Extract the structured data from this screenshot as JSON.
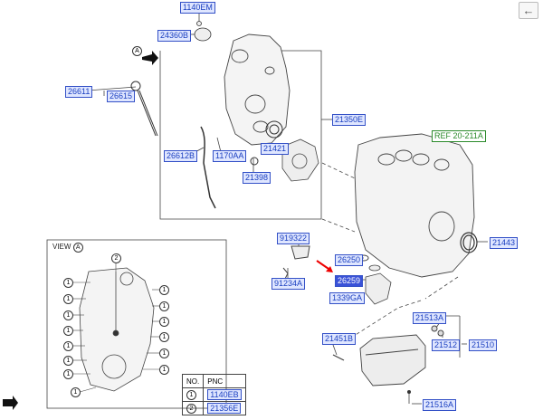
{
  "nav": {
    "back_icon": "arrow-left-icon"
  },
  "callouts": {
    "c1140EM": "1140EM",
    "c24360B": "24360B",
    "c26611": "26611",
    "c26615": "26615",
    "c21350E": "21350E",
    "c26612B": "26612B",
    "c1170AA": "1170AA",
    "c21421": "21421",
    "c21398": "21398",
    "ref": "REF 20-211A",
    "c919322": "919322",
    "c26250": "26250",
    "c21443": "21443",
    "c91234A": "91234A",
    "c26259": "26259",
    "c1339GA": "1339GA",
    "c21513A": "21513A",
    "c21512": "21512",
    "c21451B": "21451B",
    "c21510": "21510",
    "c21516A": "21516A"
  },
  "view": {
    "title": "VIEW",
    "letter": "A",
    "arrow_letter": "A"
  },
  "pnc_table": {
    "headers": [
      "NO.",
      "PNC"
    ],
    "rows": [
      {
        "no": "1",
        "pnc": "1140EB"
      },
      {
        "no": "2",
        "pnc": "21356E"
      }
    ]
  },
  "bolt_markers": {
    "one": "1",
    "two": "2"
  }
}
